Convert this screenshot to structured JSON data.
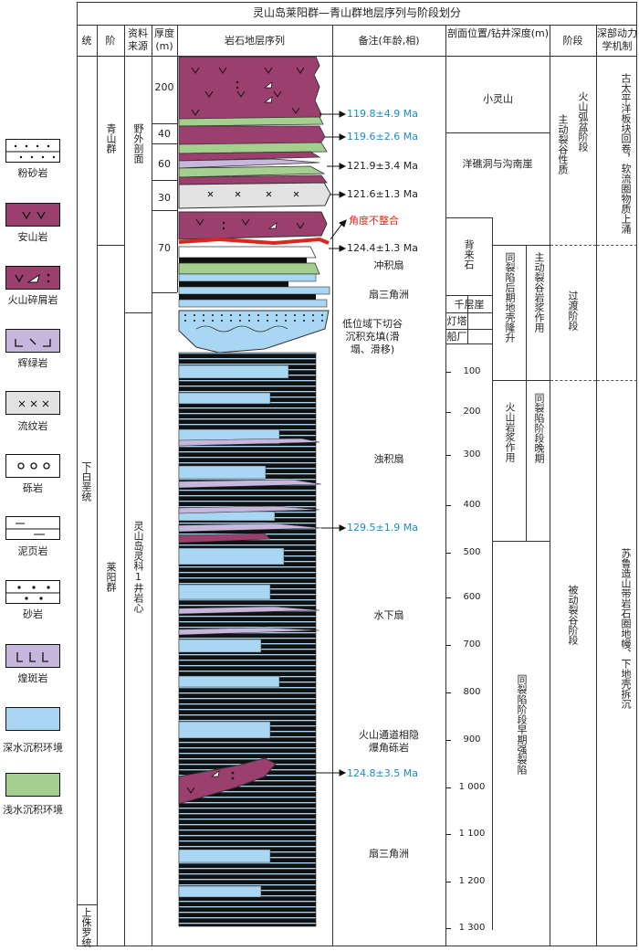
{
  "title": "灵山岛莱阳群—青山群地层序列与阶段划分",
  "headers": {
    "tong": "统",
    "jie": "阶",
    "source": "资料来源",
    "thickness": "厚度(m)",
    "lithology": "岩石地层序列",
    "remarks": "备注(年龄,相)",
    "position": "剖面位置/钻井深度(m)",
    "stage": "阶段",
    "dynamics": "深部动力学机制"
  },
  "legend": [
    {
      "label": "粉砂岩",
      "icon": "siltstone-pattern"
    },
    {
      "label": "安山岩",
      "icon": "andesite-pattern",
      "color": "#9b3f6e"
    },
    {
      "label": "火山碎屑岩",
      "icon": "pyroclastic-pattern",
      "color": "#9b3f6e"
    },
    {
      "label": "辉绿岩",
      "icon": "diabase-pattern",
      "color": "#c7b7dc"
    },
    {
      "label": "流纹岩",
      "icon": "rhyolite-pattern",
      "color": "#e3e3e3"
    },
    {
      "label": "砾岩",
      "icon": "conglomerate-pattern"
    },
    {
      "label": "泥页岩",
      "icon": "shale-pattern"
    },
    {
      "label": "砂岩",
      "icon": "sandstone-pattern"
    },
    {
      "label": "煌斑岩",
      "icon": "lamprophyre-pattern",
      "color": "#c7b7dc"
    },
    {
      "label": "深水沉积环境",
      "icon": "deepwater-swatch",
      "color": "#a9d6f2"
    },
    {
      "label": "浅水沉积环境",
      "icon": "shallowwater-swatch",
      "color": "#a5cf8e"
    }
  ],
  "series": {
    "lower_cretaceous": "下白垩统",
    "upper_jurassic": "上侏罗统"
  },
  "groups": {
    "qingshan": "青山群",
    "laiyang": "莱阳群"
  },
  "sources": {
    "field": "野外剖面",
    "well": "灵山岛灵科1井岩心"
  },
  "thickness_values": [
    "200",
    "40",
    "60",
    "30",
    "70"
  ],
  "remarks": {
    "age1": "119.8±4.9 Ma",
    "age2": "119.6±2.6 Ma",
    "age3": "121.9±3.4 Ma",
    "age4": "121.6±1.3 Ma",
    "unconformity": "角度不整合",
    "age5": "124.4±1.3 Ma",
    "facies1": "冲积扇",
    "facies2": "扇三角洲",
    "facies3": "低位域下切谷沉积充填(滑塌、滑移)",
    "facies4": "浊积扇",
    "age6": "129.5±1.9 Ma",
    "facies5": "水下扇",
    "facies6": "火山通道相隐爆角砾岩",
    "age7": "124.8±3.5 Ma",
    "facies7": "扇三角洲"
  },
  "positions": {
    "p1": "小灵山",
    "p2": "洋礁洞与沟南崖",
    "p3": "背来石",
    "p4": "千层崖",
    "p5": "灯塔",
    "p6": "船厂"
  },
  "depth_ticks": [
    "100",
    "200",
    "300",
    "400",
    "500",
    "600",
    "700",
    "800",
    "900",
    "1 000",
    "1 100",
    "1 200",
    "1 300"
  ],
  "subphases": {
    "s1": "主动裂谷岩浆作用",
    "s2": "同裂陷后期地壳隆升",
    "s3": "火山岩浆作用",
    "s4": "同裂陷阶段晚期",
    "s5": "同裂陷阶段早期强裂陷"
  },
  "stages": {
    "st1a": "主动裂谷性质",
    "st1b": "火山弧盆阶段",
    "st2": "过渡阶段",
    "st3": "被动裂谷阶段"
  },
  "dynamics": {
    "d1": "古太平洋板块回卷，软流圈物质上涌",
    "d2": "苏鲁造山带岩石圈地幔、下地壳拆沉"
  },
  "colors": {
    "andesite": "#9b3f6e",
    "deepwater": "#a9d6f2",
    "shallowwater": "#a5cf8e",
    "diabase": "#c7b7dc",
    "rhyolite": "#e3e3e3",
    "blue_text": "#1a8cc8",
    "red_text": "#d62a1e"
  }
}
